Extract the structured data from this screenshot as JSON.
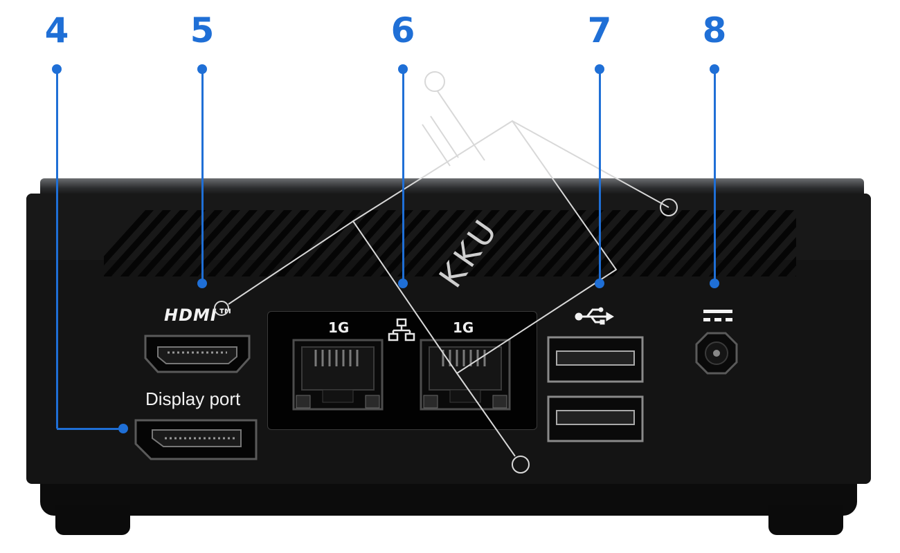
{
  "callouts": [
    "4",
    "5",
    "6",
    "7",
    "8"
  ],
  "ports": {
    "hdmi_logo": "HDMI™",
    "displayport_label": "Display port",
    "lan_left_speed": "1G",
    "lan_right_speed": "1G"
  },
  "watermark": {
    "text": "KKU"
  },
  "colors": {
    "callout": "#1f6fd6",
    "device": "#141414",
    "lan_panel": "#020202",
    "port_text": "#f2f2f2"
  },
  "icons": [
    "network-icon",
    "usb-icon",
    "dc-power-icon",
    "hdmi-port-icon",
    "displayport-port-icon",
    "rj45-port-icon",
    "usb-port-icon",
    "dc-jack-icon"
  ]
}
